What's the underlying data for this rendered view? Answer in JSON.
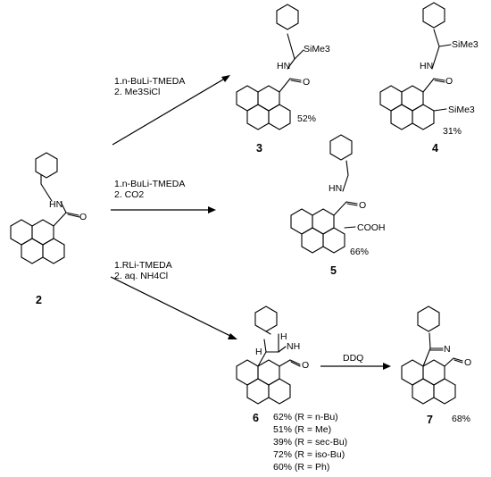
{
  "reactions": [
    {
      "id": "to_3",
      "conditions": [
        "1.n-BuLi-TMEDA",
        "2. Me3SiCl"
      ]
    },
    {
      "id": "to_5",
      "conditions": [
        "1.n-BuLi-TMEDA",
        "2. CO2"
      ]
    },
    {
      "id": "to_6",
      "conditions": [
        "1.RLi-TMEDA",
        "2. aq. NH4Cl"
      ]
    },
    {
      "id": "to_7",
      "conditions": [
        "DDQ"
      ]
    }
  ],
  "compounds": [
    {
      "number": "2",
      "atom_labels": [
        "HN",
        "O"
      ]
    },
    {
      "number": "3",
      "yield": "52%",
      "atom_labels": [
        "HN",
        "O",
        "SiMe3"
      ]
    },
    {
      "number": "4",
      "yield": "31%",
      "atom_labels": [
        "HN",
        "O",
        "SiMe3",
        "SiMe3"
      ]
    },
    {
      "number": "5",
      "yield": "66%",
      "atom_labels": [
        "HN",
        "O",
        "COOH"
      ]
    },
    {
      "number": "6",
      "atom_labels": [
        "NH",
        "O",
        "H",
        "H"
      ],
      "yields": [
        "62% (R = n-Bu)",
        "51% (R = Me)",
        "39% (R = sec-Bu)",
        "72% (R = iso-Bu)",
        "60% (R = Ph)"
      ]
    },
    {
      "number": "7",
      "yield": "68%",
      "atom_labels": [
        "N",
        "O"
      ]
    }
  ]
}
